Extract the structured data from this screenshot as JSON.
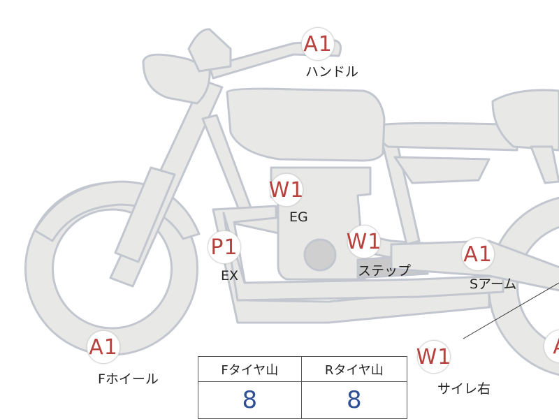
{
  "markers": [
    {
      "key": "handle",
      "code": "A1",
      "label": "ハンドル"
    },
    {
      "key": "engine",
      "code": "W1",
      "label": "EG"
    },
    {
      "key": "exhaust",
      "code": "P1",
      "label": "EX"
    },
    {
      "key": "step",
      "code": "W1",
      "label": "ステップ"
    },
    {
      "key": "swingarm",
      "code": "A1",
      "label": "Sアーム"
    },
    {
      "key": "front_wheel",
      "code": "A1",
      "label": "Fホイール"
    },
    {
      "key": "muffler_right",
      "code": "W1",
      "label": "サイレ右"
    },
    {
      "key": "rear_partial",
      "code": "A"
    }
  ],
  "tread_table": {
    "headers": [
      "Fタイヤ山",
      "Rタイヤ山"
    ],
    "values": [
      "8",
      "8"
    ]
  },
  "colors": {
    "part_fill": "#e8e8e6",
    "part_stroke": "#c2c6cf",
    "marker_text": "#b8413d",
    "value_text": "#2f4f94"
  }
}
